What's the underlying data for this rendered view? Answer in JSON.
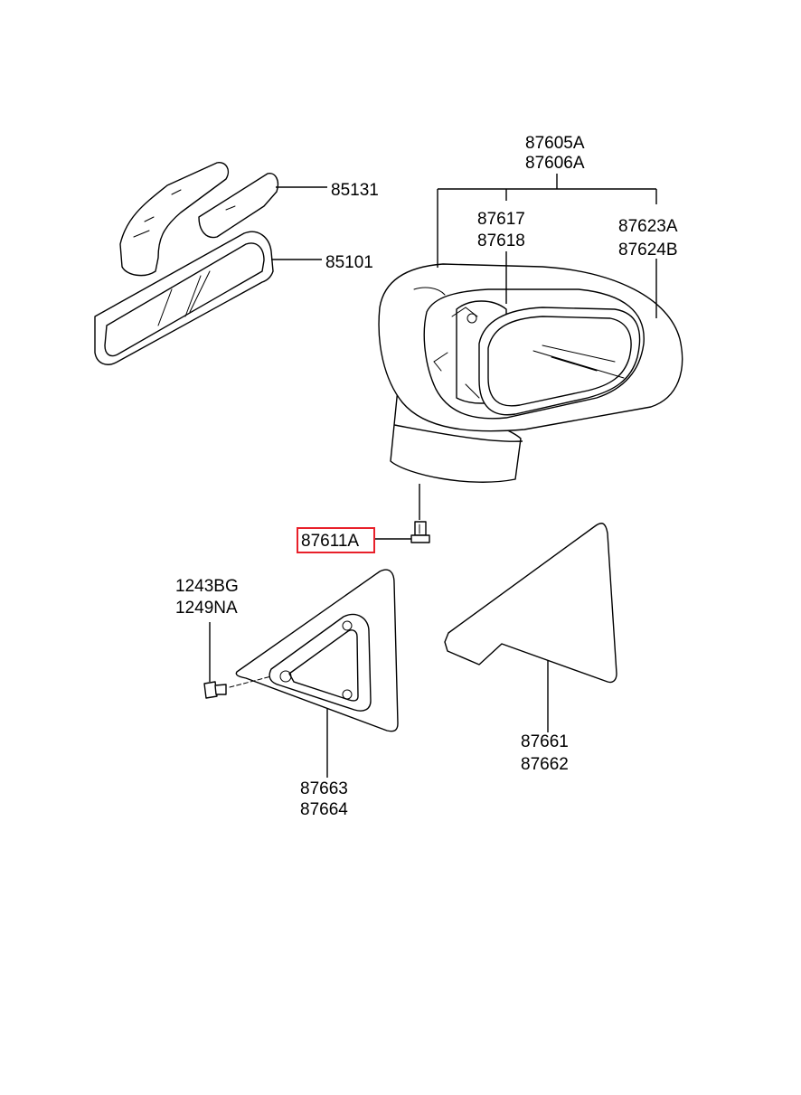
{
  "labels": {
    "p85131": "85131",
    "p85101": "85101",
    "p87605A": "87605A",
    "p87606A": "87606A",
    "p87617": "87617",
    "p87618": "87618",
    "p87623A": "87623A",
    "p87624B": "87624B",
    "p87611A": "87611A",
    "p1243BG": "1243BG",
    "p1249NA": "1249NA",
    "p87663": "87663",
    "p87664": "87664",
    "p87661": "87661",
    "p87662": "87662"
  },
  "highlight": {
    "part": "87611A",
    "color": "#e8202a"
  }
}
